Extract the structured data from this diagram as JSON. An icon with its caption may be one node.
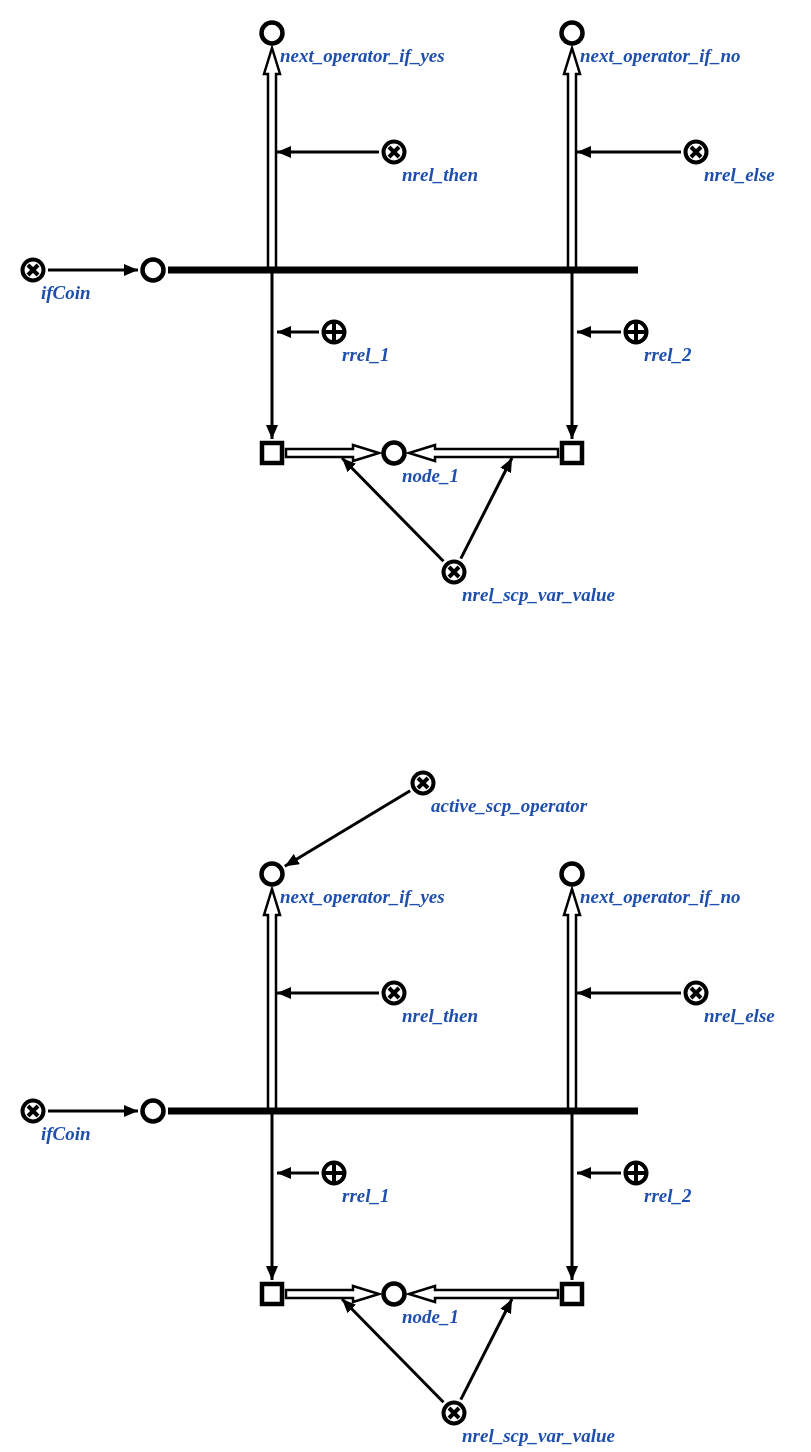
{
  "diagram": {
    "nodes": [
      {
        "text": [],
        "shape": "circle",
        "beside": [
          "ifCoin"
        ]
      },
      {
        "text": [],
        "shape": "circle"
      },
      {
        "text": [],
        "shape": "circle",
        "beside": [
          "next_operator_if_yes"
        ]
      },
      {
        "text": [],
        "shape": "circle",
        "beside": [
          "next_operator_if_no"
        ]
      },
      {
        "text": [],
        "shape": "circle",
        "beside": [
          "nrel_then"
        ]
      },
      {
        "text": [],
        "shape": "circle",
        "beside": [
          "nrel_else"
        ]
      },
      {
        "text": [],
        "shape": "circle",
        "beside": [
          "rrel_1"
        ]
      },
      {
        "text": [],
        "shape": "circle",
        "beside": [
          "rrel_2"
        ]
      },
      {
        "text": [],
        "shape": "box"
      },
      {
        "text": [],
        "shape": "circle",
        "beside": [
          "node_1"
        ]
      },
      {
        "text": [],
        "shape": "box"
      },
      {
        "text": [],
        "shape": "circle",
        "beside": [
          "nrel_scp_var_value"
        ]
      },
      {
        "text": [],
        "shape": "circle",
        "beside": [
          "active_scp_operator"
        ]
      },
      {
        "text": [],
        "shape": "circle",
        "beside": [
          "ifCoin"
        ]
      },
      {
        "text": [],
        "shape": "circle"
      },
      {
        "text": [],
        "shape": "circle",
        "beside": [
          "next_operator_if_yes"
        ]
      },
      {
        "text": [],
        "shape": "circle",
        "beside": [
          "next_operator_if_no"
        ]
      },
      {
        "text": [],
        "shape": "circle",
        "beside": [
          "nrel_then"
        ]
      },
      {
        "text": [],
        "shape": "circle",
        "beside": [
          "nrel_else"
        ]
      },
      {
        "text": [],
        "shape": "circle",
        "beside": [
          "rrel_1"
        ]
      },
      {
        "text": [],
        "shape": "circle",
        "beside": [
          "rrel_2"
        ]
      },
      {
        "text": [],
        "shape": "box"
      },
      {
        "text": [],
        "shape": "circle",
        "beside": [
          "node_1"
        ]
      },
      {
        "text": [],
        "shape": "box"
      },
      {
        "text": [],
        "shape": "circle",
        "beside": [
          "nrel_scp_var_value"
        ]
      }
    ],
    "edges": [
      {
        "from": 0,
        "to": 1,
        "arrow": "to"
      },
      {
        "from": 1,
        "to": 2,
        "arrow": "to",
        "style": "thick"
      },
      {
        "from": 1,
        "to": 3,
        "arrow": "to",
        "style": "thick"
      },
      {
        "from": 4,
        "to": null,
        "arrow": "to"
      },
      {
        "from": 5,
        "to": null,
        "arrow": "to"
      },
      {
        "from": 1,
        "to": 8,
        "arrow": "to"
      },
      {
        "from": 1,
        "to": 10,
        "arrow": "to"
      },
      {
        "from": 6,
        "to": null,
        "arrow": "to"
      },
      {
        "from": 7,
        "to": null,
        "arrow": "to"
      },
      {
        "from": 8,
        "to": 9,
        "arrow": "to",
        "style": "thick"
      },
      {
        "from": 10,
        "to": 9,
        "arrow": "to",
        "style": "thick"
      },
      {
        "from": 11,
        "to": null,
        "arrow": "to"
      },
      {
        "from": 11,
        "to": null,
        "arrow": "to"
      },
      {
        "from": 12,
        "to": 15,
        "arrow": "to"
      },
      {
        "from": 13,
        "to": 14,
        "arrow": "to"
      },
      {
        "from": 14,
        "to": 15,
        "arrow": "to",
        "style": "thick"
      },
      {
        "from": 14,
        "to": 16,
        "arrow": "to",
        "style": "thick"
      },
      {
        "from": 17,
        "to": null,
        "arrow": "to"
      },
      {
        "from": 18,
        "to": null,
        "arrow": "to"
      },
      {
        "from": 14,
        "to": 21,
        "arrow": "to"
      },
      {
        "from": 14,
        "to": 23,
        "arrow": "to"
      },
      {
        "from": 19,
        "to": null,
        "arrow": "to"
      },
      {
        "from": 20,
        "to": null,
        "arrow": "to"
      },
      {
        "from": 21,
        "to": 22,
        "arrow": "to",
        "style": "thick"
      },
      {
        "from": 23,
        "to": 22,
        "arrow": "to",
        "style": "thick"
      },
      {
        "from": 24,
        "to": null,
        "arrow": "to"
      },
      {
        "from": 24,
        "to": null,
        "arrow": "to"
      }
    ]
  }
}
